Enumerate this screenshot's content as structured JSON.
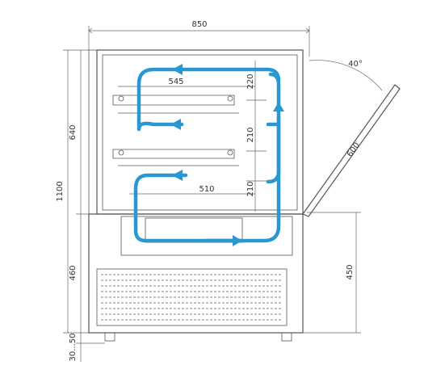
{
  "drawing": {
    "dimensions": {
      "overall_width": "850",
      "overall_height": "1100",
      "upper_height": "640",
      "lower_height": "460",
      "leg_height": "30...50",
      "base_height": "450",
      "shelf1_depth": "545",
      "shelf3_depth": "510",
      "gap_top": "220",
      "gap_middle": "210",
      "gap_bottom": "210",
      "glass_angle": "40°",
      "glass_length": "600"
    },
    "colors": {
      "flow": "#2b97d2",
      "lines": "#555555"
    },
    "icons": [
      "airflow-arrow"
    ]
  }
}
